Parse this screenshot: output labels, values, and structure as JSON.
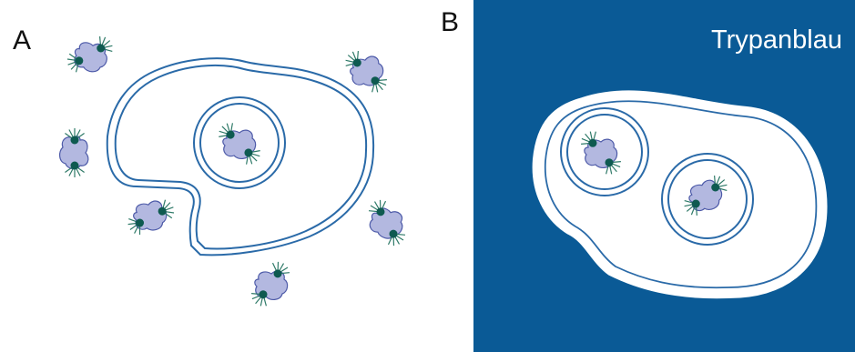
{
  "figure": {
    "panel_a": {
      "letter": "A"
    },
    "panel_b": {
      "letter": "B",
      "stain_label": "Trypanblau"
    }
  },
  "colors": {
    "stain_background": "#0a5a96",
    "membrane": "#2a6aa8",
    "bacterium_fill": "#b3b8e0",
    "bacterium_outline": "#4d5aa8",
    "marker_dot": "#0e5a50",
    "spike": "#2f7a68",
    "cell_fill": "#ffffff"
  }
}
